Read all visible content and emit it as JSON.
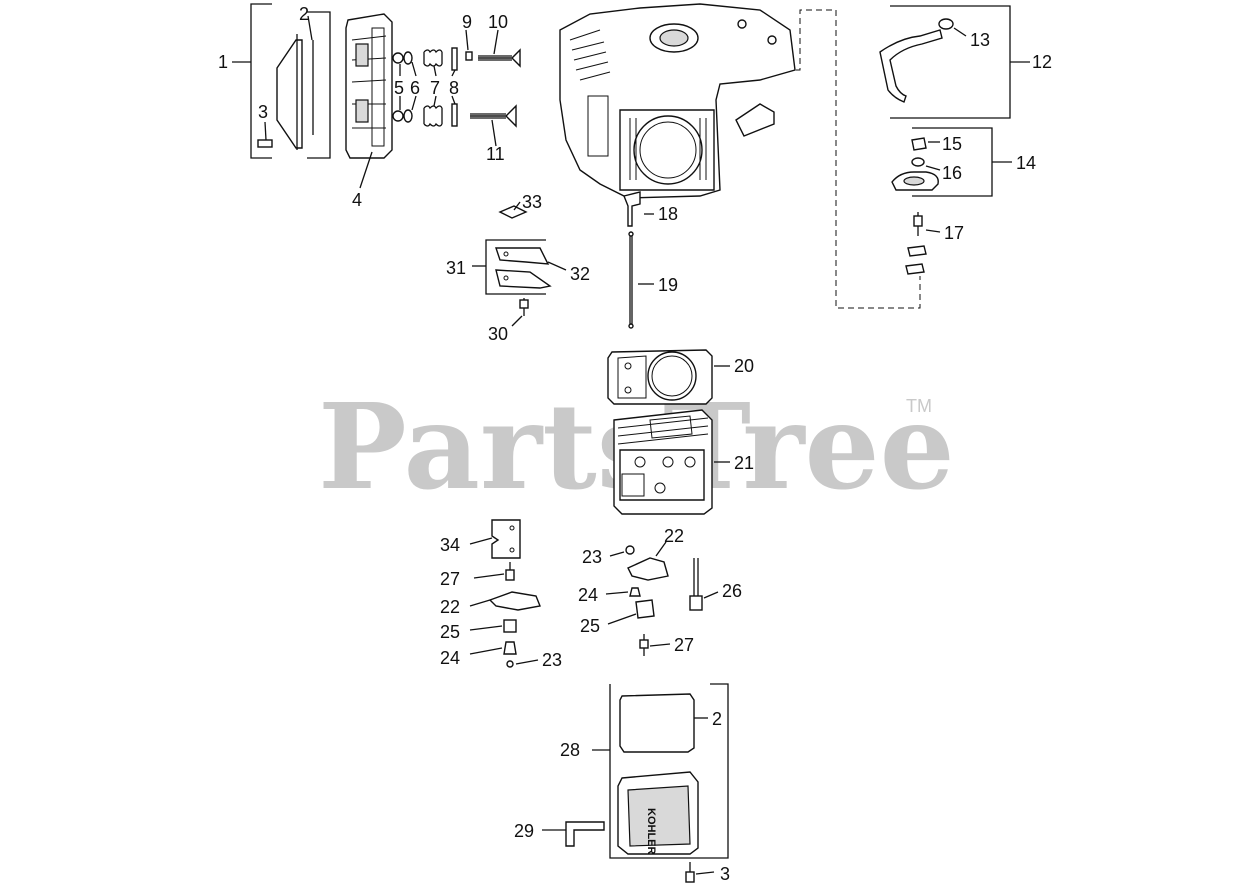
{
  "watermark": {
    "text": "PartsTree",
    "trademark": "TM"
  },
  "callouts": {
    "c1": "1",
    "c2a": "2",
    "c3a": "3",
    "c4": "4",
    "c5": "5",
    "c6": "6",
    "c7": "7",
    "c8": "8",
    "c9": "9",
    "c10": "10",
    "c11": "11",
    "c12": "12",
    "c13": "13",
    "c14": "14",
    "c15": "15",
    "c16": "16",
    "c17": "17",
    "c18": "18",
    "c19": "19",
    "c20": "20",
    "c21": "21",
    "c22a": "22",
    "c23a": "23",
    "c24a": "24",
    "c25a": "25",
    "c26": "26",
    "c27a": "27",
    "c28": "28",
    "c2b": "2",
    "c29": "29",
    "c3b": "3",
    "c30": "30",
    "c31": "31",
    "c32": "32",
    "c33": "33",
    "c34": "34",
    "c27b": "27",
    "c22b": "22",
    "c25b": "25",
    "c24b": "24",
    "c23b": "23"
  },
  "cover_brand": "KOHLER"
}
